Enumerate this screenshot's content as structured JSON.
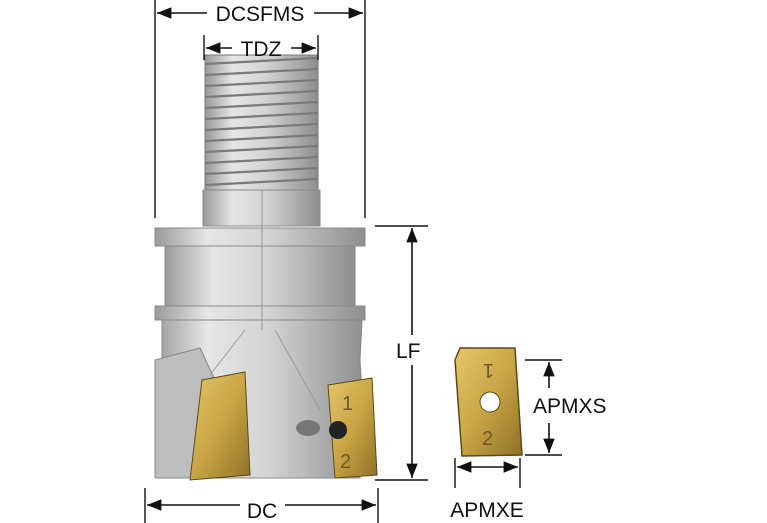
{
  "title": "Square shoulder milling cutter with threaded coupling",
  "dimensions": {
    "dcsfms": "DCSFMS",
    "tdz": "TDZ",
    "lf": "LF",
    "dc": "DC",
    "apmxs": "APMXS",
    "apmxe": "APMXE"
  },
  "insert_markings": {
    "top": "1",
    "bottom": "2"
  },
  "colors": {
    "steel": "#c9c9c9",
    "insert_gold": "#c9a545",
    "line": "#111111"
  }
}
